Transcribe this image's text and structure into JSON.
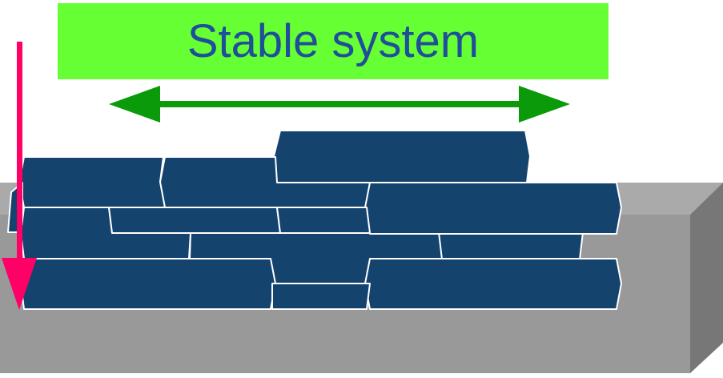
{
  "title": "Stable system",
  "colors": {
    "banner": "#66ff33",
    "title_text": "#1f4e9a",
    "horizontal_arrow": "#0a9a0a",
    "vertical_arrow": "#ff0066",
    "stone": "#14436e",
    "stone_outline": "#ffffff",
    "ground_front": "#999999",
    "ground_top": "#aaaaaa",
    "ground_side": "#777777"
  },
  "icons": {
    "horizontal_arrow": "double-headed-arrow-icon",
    "vertical_arrow": "down-arrow-icon"
  },
  "diagram": {
    "stone_rows": 4,
    "stone_count": 13
  }
}
